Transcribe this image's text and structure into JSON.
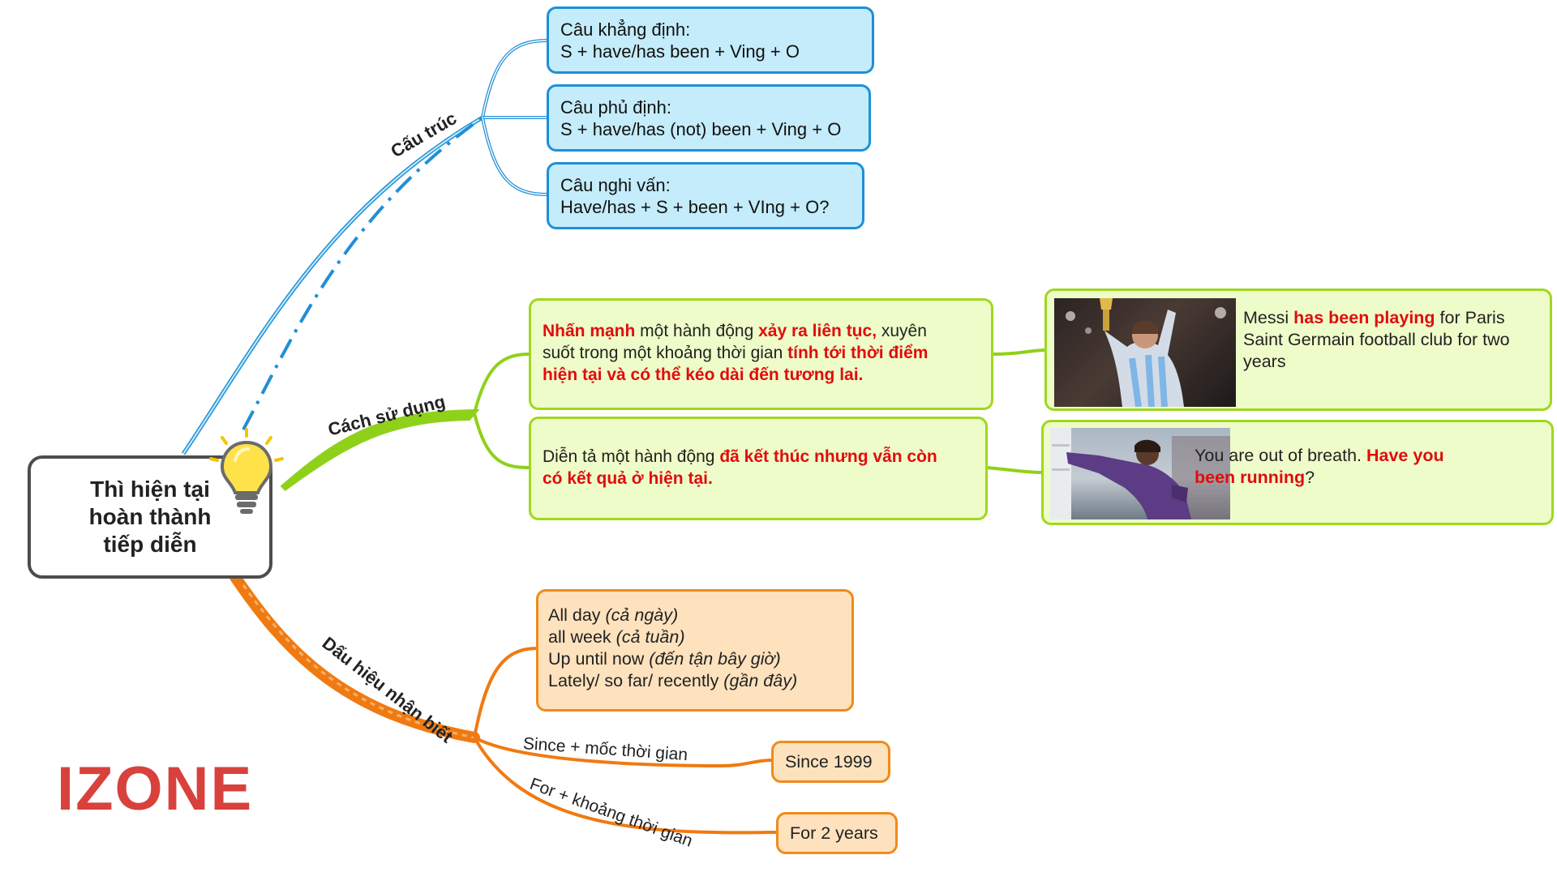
{
  "central": {
    "lines": [
      "Thì hiện tại",
      "hoàn thành",
      "tiếp diễn"
    ]
  },
  "branches": {
    "structure": {
      "label": "Cấu trúc",
      "color": "#1f8fd6",
      "items": [
        {
          "lines": [
            "Câu khẳng định:",
            "S + have/has been + Ving + O"
          ]
        },
        {
          "lines": [
            "Câu phủ định:",
            "S + have/has (not) been + Ving + O"
          ]
        },
        {
          "lines": [
            "Câu nghi vấn:",
            "Have/has + S + been + VIng + O?"
          ]
        }
      ]
    },
    "usage": {
      "label": "Cách sử dụng",
      "color": "#8fd11a",
      "item1": {
        "p1": "Nhấn mạnh",
        "p2": " một hành động ",
        "p3": "xảy ra liên tục,",
        "p4": " xuyên",
        "p5": "suốt trong một khoảng thời gian ",
        "p6": "tính tới thời điểm",
        "p7": "hiện tại và có thể kéo dài đến tương lai."
      },
      "example1": {
        "image": "photo-footballer-with-trophy",
        "p1": "Messi ",
        "p2": "has been playing",
        "p3": " for Paris",
        "p4": "Saint Germain football club for two",
        "p5": "years"
      },
      "item2": {
        "p1": "Diễn tả một hành động ",
        "p2": "đã kết thúc nhưng vẫn còn",
        "p3": "có kết quả ở hiện tại."
      },
      "example2": {
        "image": "photo-runner-out-of-breath",
        "p1": "You are out of breath. ",
        "p2": "Have you",
        "p3": "been running",
        "p4": "?"
      }
    },
    "signals": {
      "label": "Dấu hiệu nhận biết",
      "color": "#f07a12",
      "list": [
        {
          "text": "All day ",
          "note": "(cả ngày)"
        },
        {
          "text": "all week ",
          "note": "(cả tuần)"
        },
        {
          "text": "Up until now ",
          "note": "(đến tận bây giờ)"
        },
        {
          "text": "Lately/ so far/ recently ",
          "note": "(gần đây)"
        }
      ],
      "since": {
        "edge": "Since + mốc thời gian",
        "example": "Since 1999"
      },
      "for": {
        "edge": "For + khoảng thời gian",
        "example": "For 2 years"
      }
    }
  },
  "icon": "lightbulb-icon",
  "logo": "IZONE"
}
